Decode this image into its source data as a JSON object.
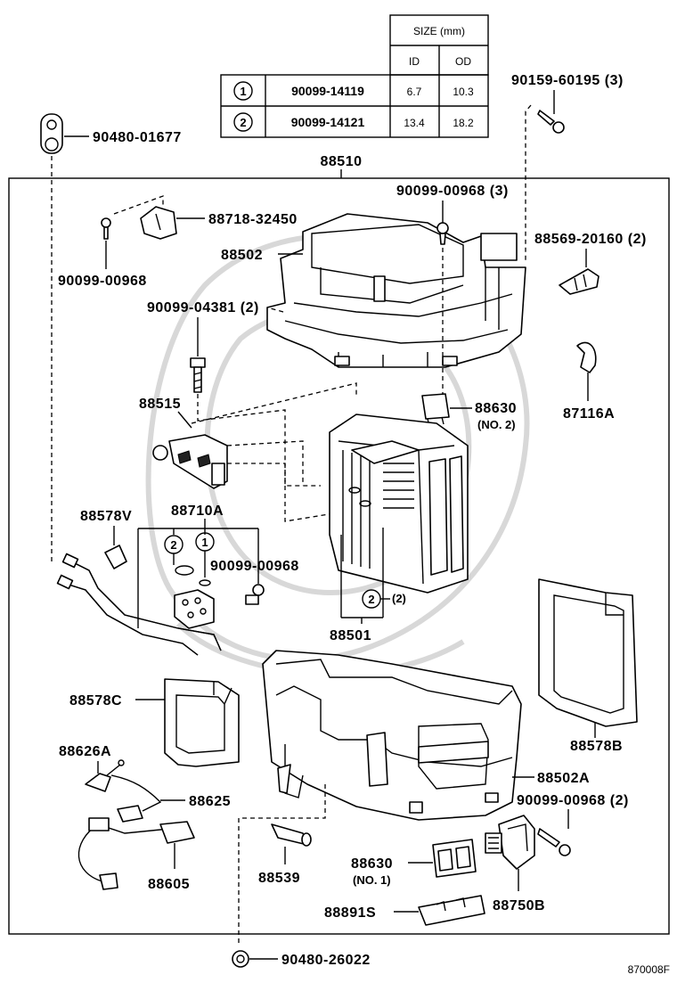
{
  "size_table": {
    "group_header": "SIZE (mm)",
    "col_id": "ID",
    "col_od": "OD",
    "rows": [
      {
        "marker": "1",
        "part": "90099-14119",
        "id": "6.7",
        "od": "10.3"
      },
      {
        "marker": "2",
        "part": "90099-14121",
        "id": "13.4",
        "od": "18.2"
      }
    ]
  },
  "labels": {
    "p90480_01677": "90480-01677",
    "p90159_60195": "90159-60195 (3)",
    "p88510": "88510",
    "p90099_00968_3": "90099-00968 (3)",
    "p88718_32450": "88718-32450",
    "p88502": "88502",
    "p88569_20160": "88569-20160 (2)",
    "p90099_00968_a": "90099-00968",
    "p90099_04381": "90099-04381 (2)",
    "p88515": "88515",
    "p88630_a": "88630",
    "p88630_a_sub": "(NO. 2)",
    "p87116A": "87116A",
    "p88578V": "88578V",
    "p88710A": "88710A",
    "p90099_00968_b": "90099-00968",
    "marker_2_near_core": "(2)",
    "p88501": "88501",
    "p88578C": "88578C",
    "p88578B": "88578B",
    "p88626A": "88626A",
    "p88502A": "88502A",
    "p88625": "88625",
    "p90099_00968_2": "90099-00968 (2)",
    "p88630_b": "88630",
    "p88630_b_sub": "(NO. 1)",
    "p88605": "88605",
    "p88539": "88539",
    "p88750B": "88750B",
    "p88891S": "88891S",
    "p90480_26022": "90480-26022",
    "diagram_code": "870008F"
  },
  "markers": {
    "one": "1",
    "two": "2"
  }
}
